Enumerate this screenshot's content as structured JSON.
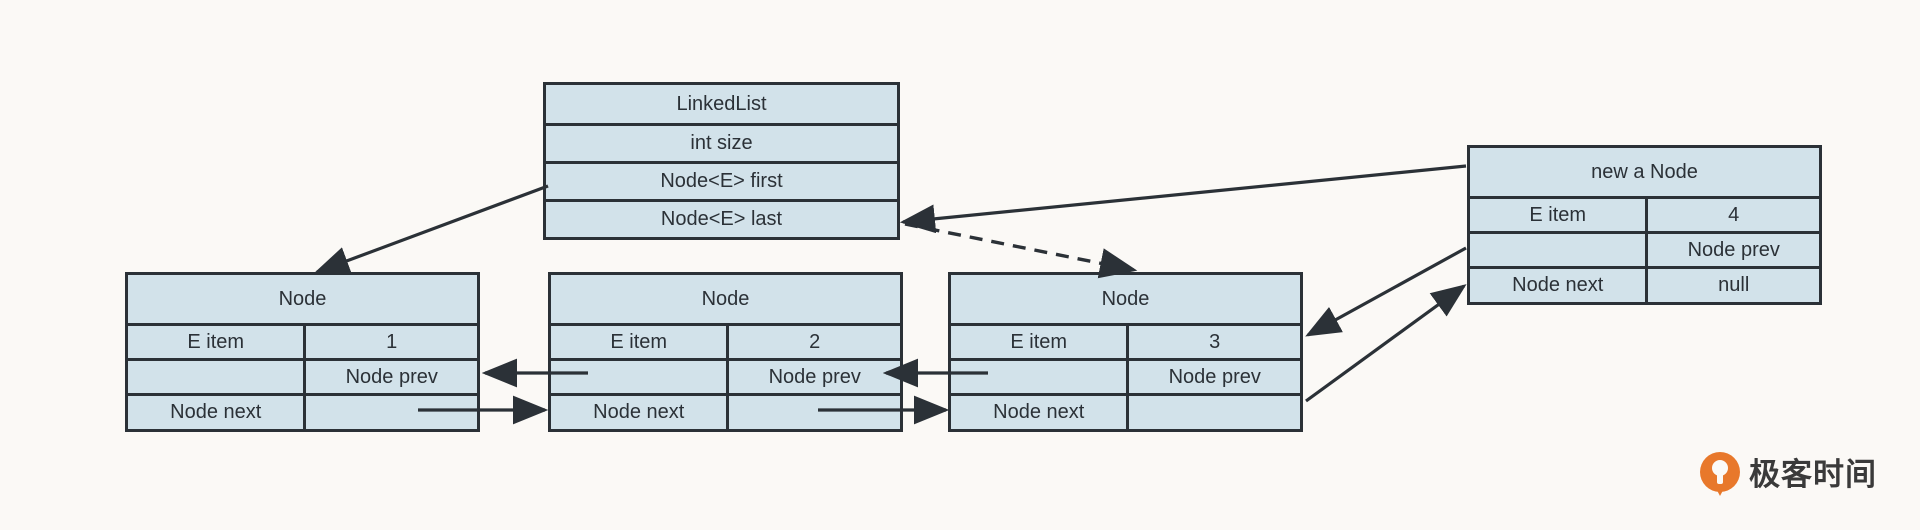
{
  "diagram": {
    "title": "LinkedList doubly linked node structure",
    "colors": {
      "background": "#fbf9f6",
      "box_fill": "#d2e2ea",
      "stroke": "#2b3137",
      "logo_orange": "#e8782b"
    },
    "linkedlist": {
      "header": "LinkedList",
      "fields": [
        "int size",
        "Node<E> first",
        "Node<E> last"
      ]
    },
    "nodes": [
      {
        "id": "node1",
        "header": "Node",
        "item_label": "E item",
        "item_value": "1",
        "prev_left": "",
        "prev_label": "Node prev",
        "next_label": "Node next",
        "next_value": ""
      },
      {
        "id": "node2",
        "header": "Node",
        "item_label": "E item",
        "item_value": "2",
        "prev_left": "",
        "prev_label": "Node prev",
        "next_label": "Node next",
        "next_value": ""
      },
      {
        "id": "node3",
        "header": "Node",
        "item_label": "E item",
        "item_value": "3",
        "prev_left": "",
        "prev_label": "Node prev",
        "next_label": "Node next",
        "next_value": ""
      },
      {
        "id": "newnode",
        "header": "new a Node",
        "item_label": "E item",
        "item_value": "4",
        "prev_left": "",
        "prev_label": "Node prev",
        "next_label": "Node next",
        "next_value": "null"
      }
    ],
    "watermark": {
      "text": "极客时间",
      "icon": "geektime-drop-logo"
    }
  }
}
